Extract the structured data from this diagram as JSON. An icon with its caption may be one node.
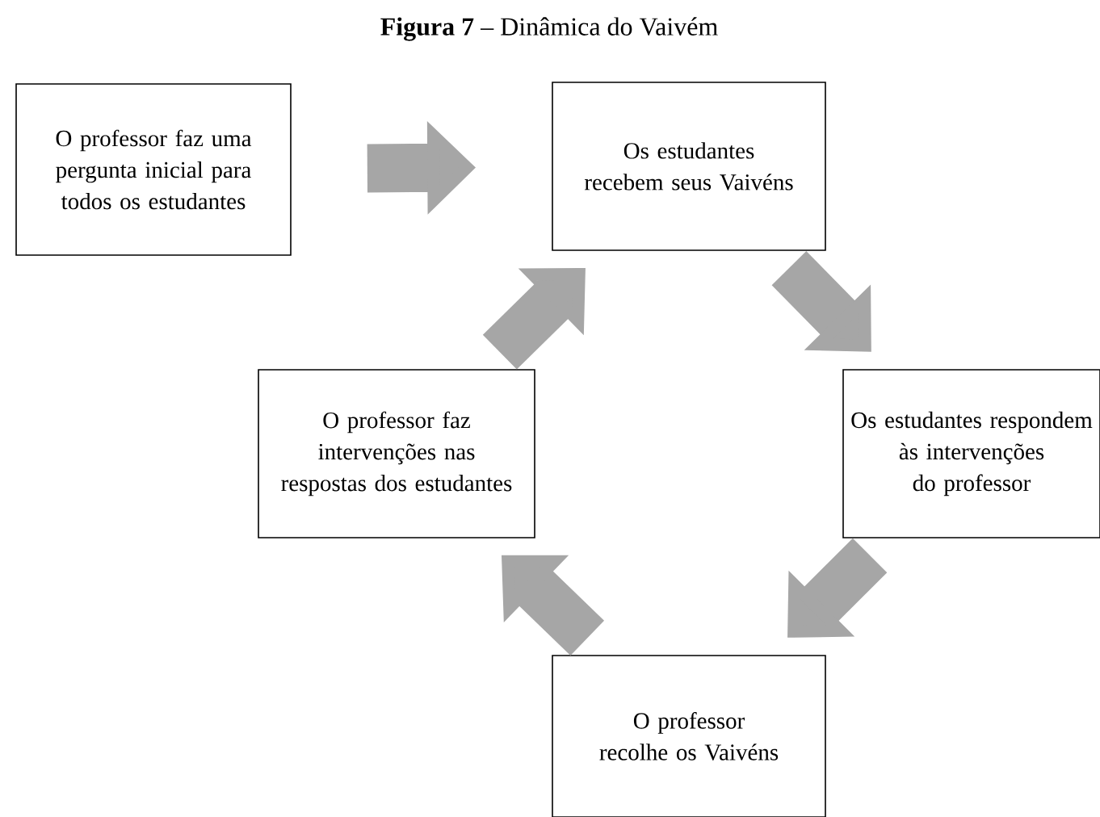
{
  "diagram": {
    "title": "**Figura 7** – Dinâmica do Vaivém",
    "nodes": [
      {
        "text": [
          "O professor faz uma pergunta inicial para todos os estudantes"
        ]
      },
      {
        "text": [
          "Os estudantes recebem seus Vaivéns"
        ]
      },
      {
        "text": [
          "O professor faz intervenções nas respostas dos estudantes"
        ]
      },
      {
        "text": [
          "Os estudantes respondem às intervenções do professor"
        ]
      },
      {
        "text": [
          "O professor recolhe os Vaivéns"
        ]
      }
    ],
    "edges": [
      {
        "from": 0,
        "to": 1,
        "arrow": "to"
      },
      {
        "from": 1,
        "to": 3,
        "arrow": "to"
      },
      {
        "from": 3,
        "to": 4,
        "arrow": "to"
      },
      {
        "from": 4,
        "to": 2,
        "arrow": "to"
      },
      {
        "from": 2,
        "to": 1,
        "arrow": "to"
      }
    ]
  }
}
